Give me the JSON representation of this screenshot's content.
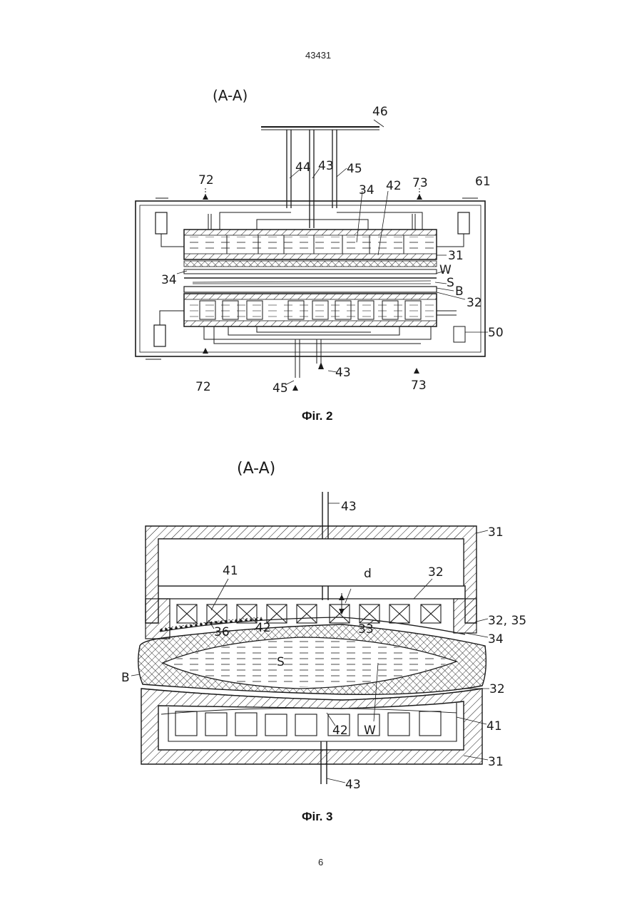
{
  "page": {
    "number_top": "43431",
    "number_bottom": "6"
  },
  "figures": [
    {
      "caption": "Фіг. 2",
      "section": "(A-A)",
      "labels": [
        "46",
        "44",
        "43",
        "45",
        "72",
        "34",
        "42",
        "73",
        "61",
        "31",
        "34",
        "W",
        "S",
        "B",
        "32",
        "50",
        "72",
        "45",
        "43",
        "73"
      ]
    },
    {
      "caption": "Фіг. 3",
      "section": "(A-A)",
      "labels": [
        "43",
        "31",
        "41",
        "d",
        "32",
        "32, 35",
        "36",
        "42",
        "33",
        "34",
        "S",
        "B",
        "32",
        "42",
        "W",
        "41",
        "31",
        "43"
      ]
    }
  ],
  "colors": {
    "ink": "#1a1a1a",
    "paper": "#ffffff"
  }
}
